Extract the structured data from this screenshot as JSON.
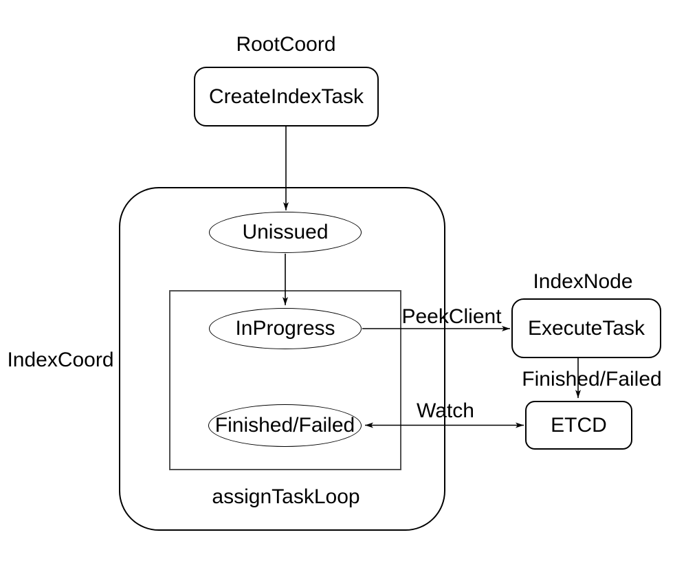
{
  "diagram": {
    "labels": {
      "root_coord": "RootCoord",
      "index_node": "IndexNode",
      "index_coord": "IndexCoord",
      "assign_task_loop": "assignTaskLoop"
    },
    "nodes": {
      "create_index_task": "CreateIndexTask",
      "unissued": "Unissued",
      "in_progress": "InProgress",
      "finished_failed": "Finished/Failed",
      "execute_task": "ExecuteTask",
      "etcd": "ETCD"
    },
    "edge_labels": {
      "peek_client": "PeekClient",
      "finished_failed": "Finished/Failed",
      "watch": "Watch"
    },
    "colors": {
      "background": "#ffffff",
      "stroke": "#000000",
      "inner_loop_stroke": "#4f4f4f",
      "text": "#000000"
    }
  }
}
